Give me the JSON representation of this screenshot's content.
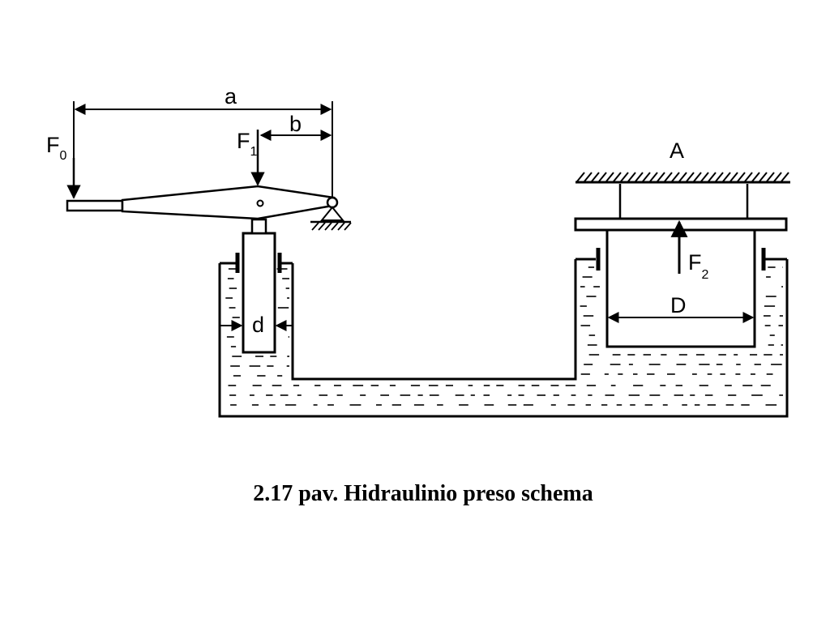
{
  "diagram": {
    "labels": {
      "a": "a",
      "b": "b",
      "d": "d",
      "D": "D",
      "A": "A",
      "f0": {
        "main": "F",
        "sub": "0"
      },
      "f1": {
        "main": "F",
        "sub": "1"
      },
      "f2": {
        "main": "F",
        "sub": "2"
      }
    }
  },
  "caption": "2.17 pav. Hidraulinio preso schema"
}
